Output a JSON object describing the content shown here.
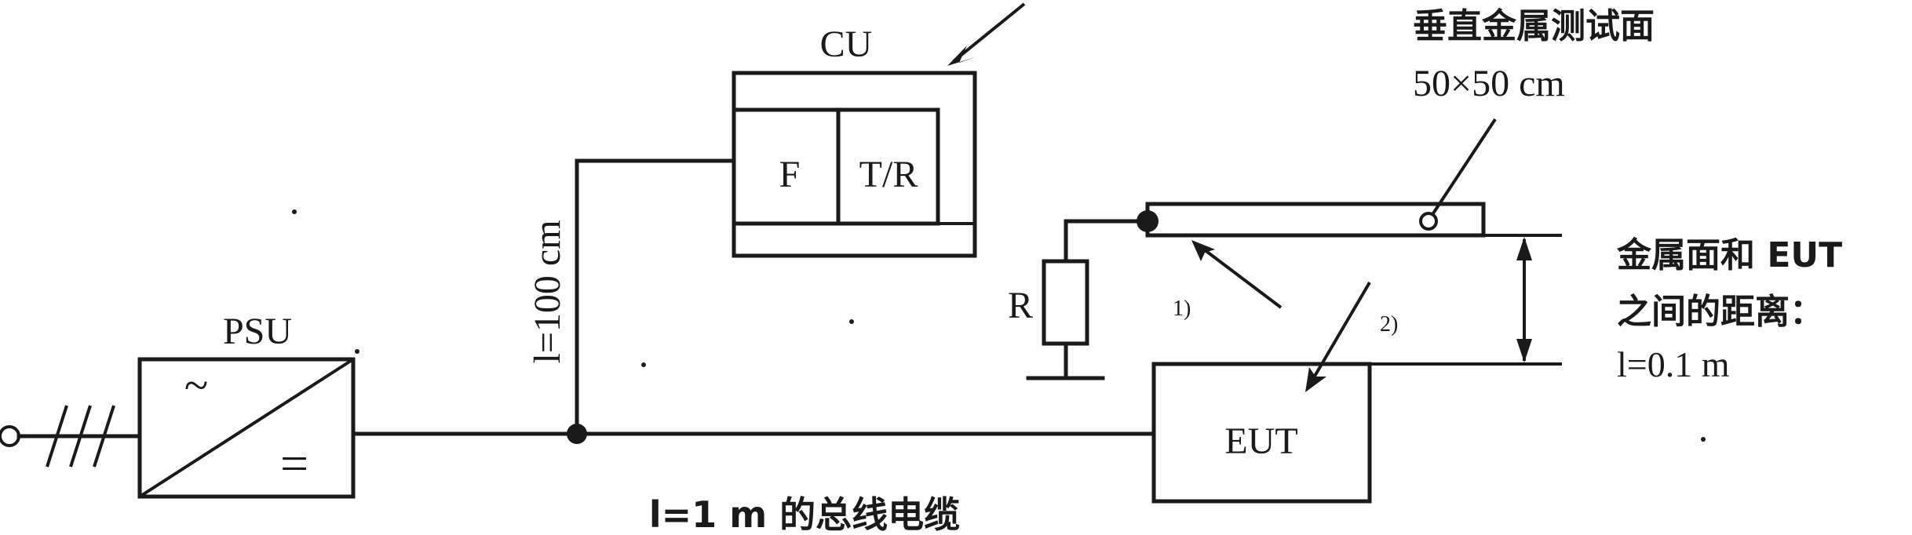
{
  "labels": {
    "cu": "CU",
    "filter": "F",
    "tr": "T/R",
    "psu": "PSU",
    "psu_ac": "~",
    "psu_dc": "=",
    "eut": "EUT",
    "resistor": "R",
    "cable_vertical": "l=100 cm",
    "bus_cable": "l=1 m 的总线电缆",
    "plate_title": "垂直金属测试面",
    "plate_size": "50×50 cm",
    "distance_line1": "金属面和 EUT",
    "distance_line2": "之间的距离：",
    "distance_line3": "l=0.1 m",
    "marker1": "1)",
    "marker2": "2)"
  },
  "colors": {
    "ink": "#1a1a1a",
    "background": "#ffffff"
  }
}
